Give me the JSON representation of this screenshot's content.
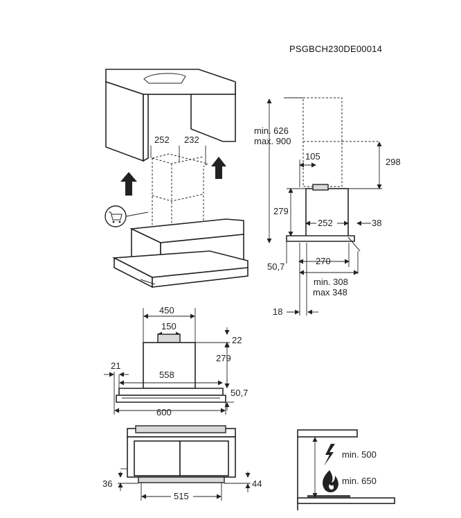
{
  "doc_code": "PSGBCH230DE00014",
  "iso": {
    "dim_a": "252",
    "dim_b": "232",
    "icon": "shopping-cart-icon"
  },
  "side": {
    "min_height": "min. 626",
    "max_height": "max. 900",
    "d105": "105",
    "d298": "298",
    "d279": "279",
    "d252": "252",
    "d38": "38",
    "d50_7": "50,7",
    "d270": "270",
    "min308": "min. 308",
    "max348": "max 348",
    "d18": "18"
  },
  "front": {
    "d450": "450",
    "d150": "150",
    "d22": "22",
    "d279": "279",
    "d21": "21",
    "d558": "558",
    "d50_7": "50,7",
    "d600": "600"
  },
  "bottom": {
    "d36": "36",
    "d44": "44",
    "d515": "515"
  },
  "clearance": {
    "electric": "min. 500",
    "gas": "min. 650",
    "electric_icon": "lightning-icon",
    "gas_icon": "flame-icon"
  }
}
